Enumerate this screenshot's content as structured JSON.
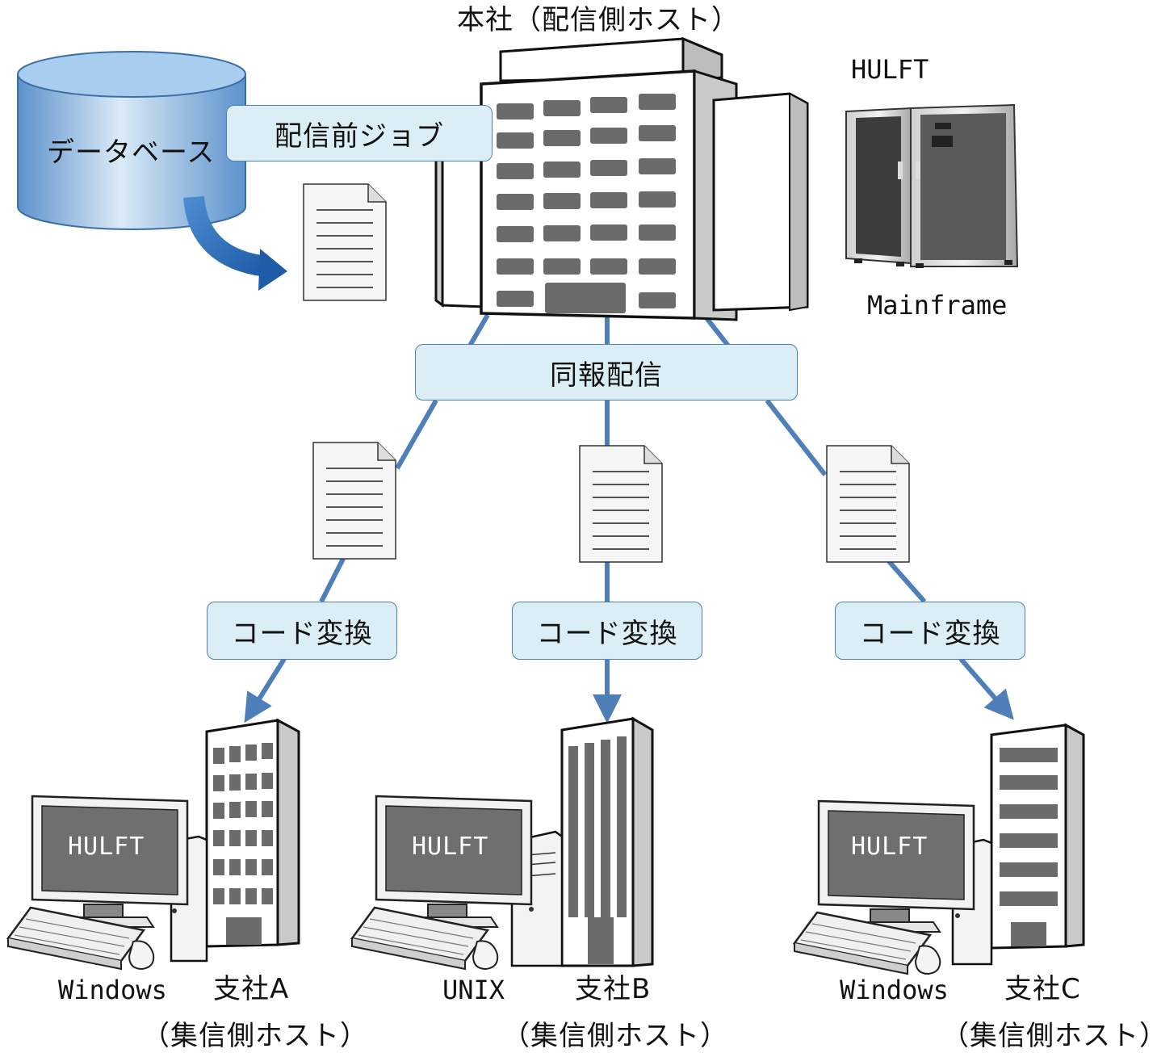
{
  "hq": {
    "title": "本社（配信側ホスト）",
    "pre_job": "配信前ジョブ",
    "database": "データベース",
    "mainframe_hulft": "HULFT",
    "mainframe": "Mainframe"
  },
  "broadcast": "同報配信",
  "branches": [
    {
      "conversion": "コード変換",
      "os": "Windows",
      "name": "支社A",
      "role": "（集信側ホスト）",
      "screen": "HULFT"
    },
    {
      "conversion": "コード変換",
      "os": "UNIX",
      "name": "支社B",
      "role": "（集信側ホスト）",
      "screen": "HULFT"
    },
    {
      "conversion": "コード変換",
      "os": "Windows",
      "name": "支社C",
      "role": "（集信側ホスト）",
      "screen": "HULFT"
    }
  ],
  "colors": {
    "connector": "#4f7fb8",
    "box_fill": "#dbeef6",
    "db_fill": "#7fb1de",
    "building": "#ffffff",
    "window": "#6b6b6b"
  }
}
